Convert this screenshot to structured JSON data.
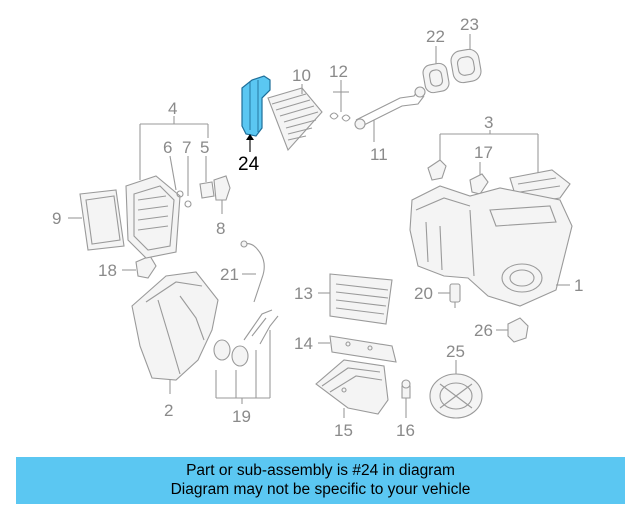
{
  "diagram": {
    "highlight_color": "#5bc7f2",
    "callouts": [
      {
        "id": "1",
        "label": "1"
      },
      {
        "id": "2",
        "label": "2"
      },
      {
        "id": "3",
        "label": "3"
      },
      {
        "id": "4",
        "label": "4"
      },
      {
        "id": "5",
        "label": "5"
      },
      {
        "id": "6",
        "label": "6"
      },
      {
        "id": "7",
        "label": "7"
      },
      {
        "id": "8",
        "label": "8"
      },
      {
        "id": "9",
        "label": "9"
      },
      {
        "id": "10",
        "label": "10"
      },
      {
        "id": "11",
        "label": "11"
      },
      {
        "id": "12",
        "label": "12"
      },
      {
        "id": "13",
        "label": "13"
      },
      {
        "id": "14",
        "label": "14"
      },
      {
        "id": "15",
        "label": "15"
      },
      {
        "id": "16",
        "label": "16"
      },
      {
        "id": "17",
        "label": "17"
      },
      {
        "id": "18",
        "label": "18"
      },
      {
        "id": "19",
        "label": "19"
      },
      {
        "id": "20",
        "label": "20"
      },
      {
        "id": "21",
        "label": "21"
      },
      {
        "id": "22",
        "label": "22"
      },
      {
        "id": "23",
        "label": "23"
      },
      {
        "id": "24",
        "label": "24"
      },
      {
        "id": "25",
        "label": "25"
      },
      {
        "id": "26",
        "label": "26"
      }
    ]
  },
  "banner": {
    "line1": "Part or sub-assembly is #24 in diagram",
    "line2": "Diagram may not be specific to your vehicle",
    "background": "#5bc7f2"
  }
}
